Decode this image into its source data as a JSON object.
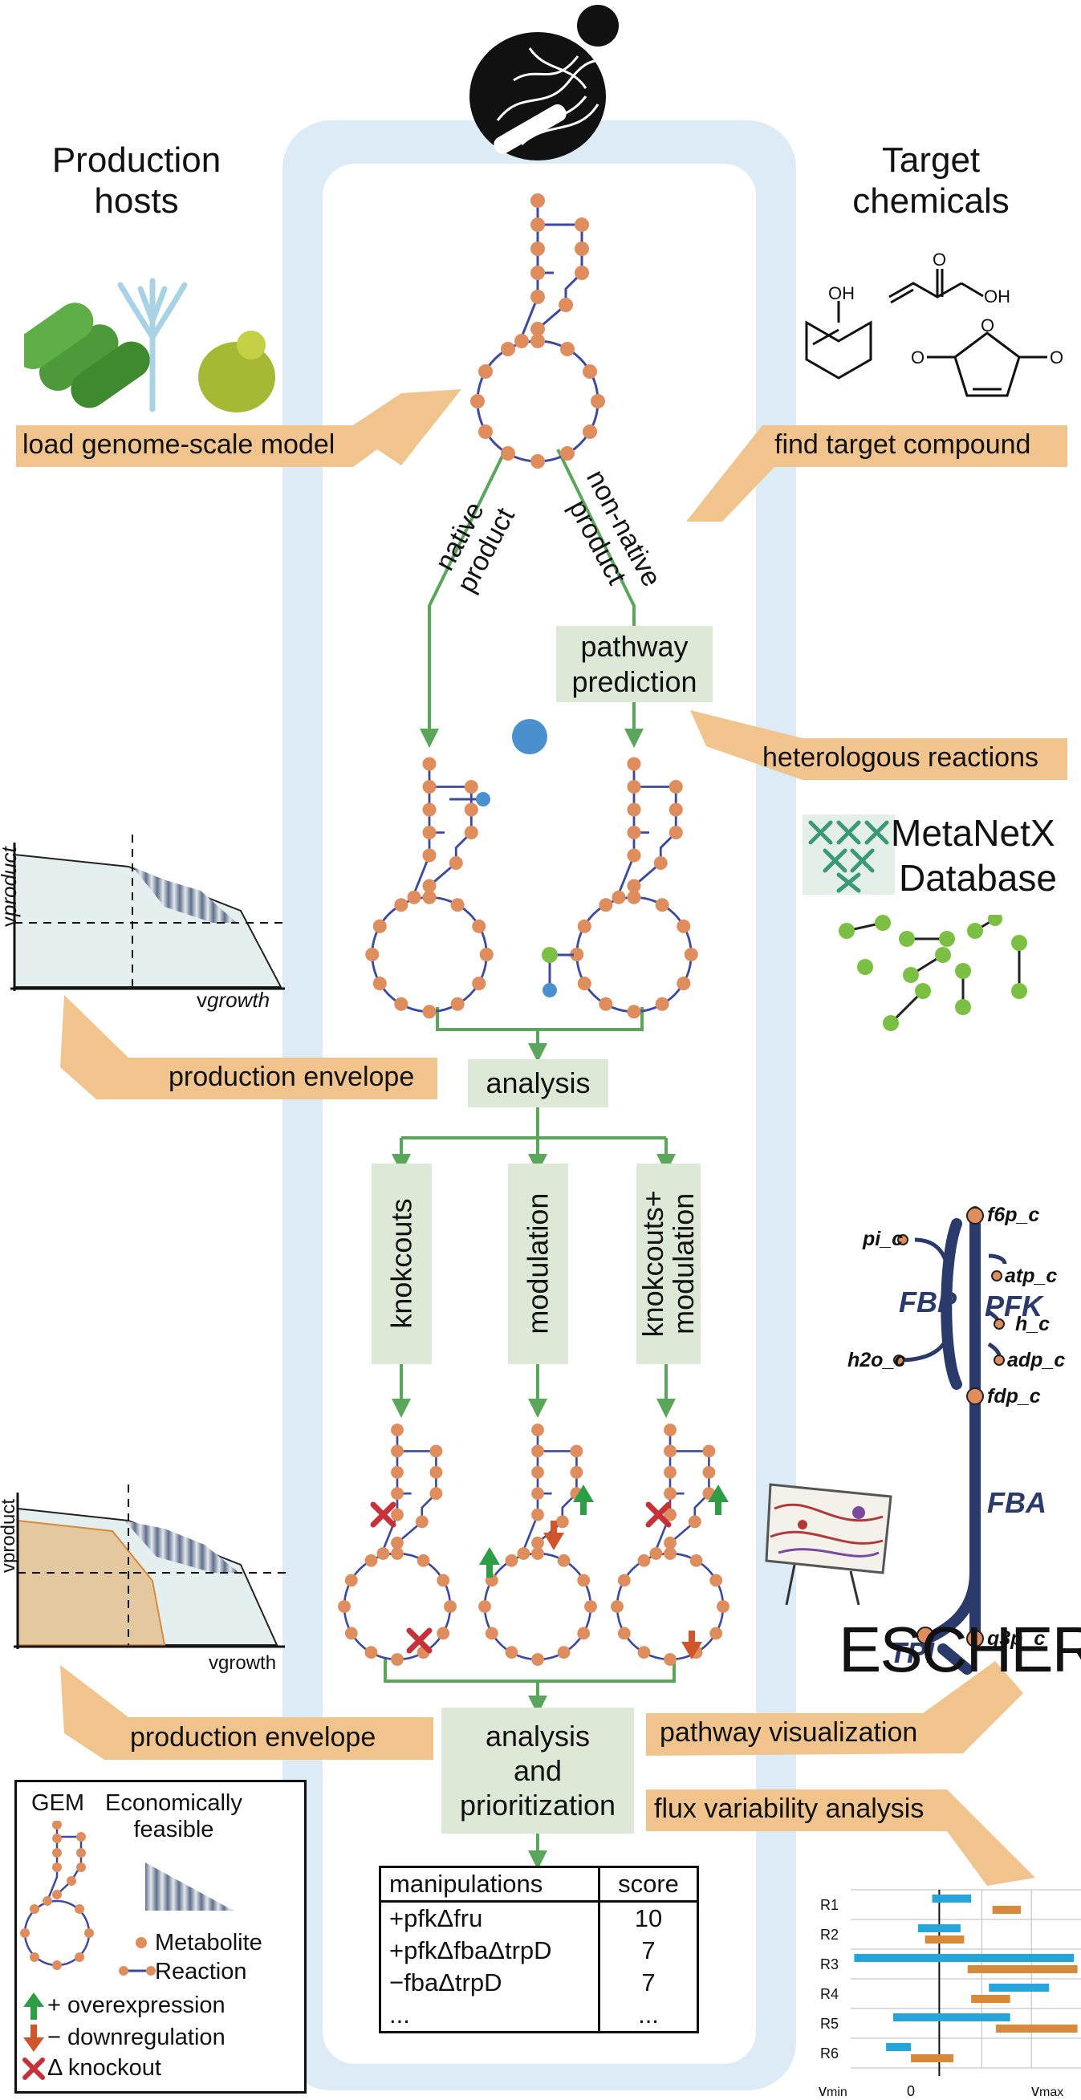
{
  "headings": {
    "left": "Production\nhosts",
    "right": "Target\nchemicals"
  },
  "arrows": {
    "load_model": "load genome-scale model",
    "find_target": "find target compound",
    "heterologous": "heterologous reactions",
    "production_envelope_1": "production envelope",
    "production_envelope_2": "production envelope",
    "pathway_visualization": "pathway visualization",
    "flux_variability": "flux variability analysis"
  },
  "branch_labels": {
    "native": "native\nproduct",
    "non_native": "non-native\nproduct"
  },
  "boxes": {
    "pathway_prediction": "pathway\nprediction",
    "analysis": "analysis",
    "knockouts": "knokcouts",
    "modulation": "modulation",
    "knockouts_modulation": "knokcouts+\nmodulation",
    "analysis_prioritization": "analysis\nand\nprioritization"
  },
  "metanetx": {
    "line1": "MetaNetX",
    "line2": "Database"
  },
  "envelope_plot_1": {
    "ylabel_v": "v",
    "ylabel_sub": "product",
    "xlabel_v": "v",
    "xlabel_sub": "growth"
  },
  "envelope_plot_2": {
    "ylabel_v": "v",
    "ylabel_sub": "product",
    "xlabel_v": "v",
    "xlabel_sub": "growth"
  },
  "escher": {
    "metabolites": [
      "f6p_c",
      "pi_c",
      "atp_c",
      "h_c",
      "h2o_c",
      "adp_c",
      "fdp_c",
      "g3p_c"
    ],
    "reactions": [
      "FBP",
      "PFK",
      "FBA",
      "TPI"
    ],
    "logo": "ESCHER"
  },
  "manipulations_table": {
    "headers": [
      "manipulations",
      "score"
    ],
    "rows": [
      {
        "manip": "+pfkΔfru",
        "score": "10"
      },
      {
        "manip": "+pfkΔfbaΔtrpD",
        "score": "7"
      },
      {
        "manip": "−fbaΔtrpD",
        "score": "7"
      },
      {
        "manip": "...",
        "score": "..."
      }
    ]
  },
  "legend": {
    "gem": "GEM",
    "economically": "Economically\nfeasible",
    "metabolite": "Metabolite",
    "reaction": "Reaction",
    "overexpression": "+ overexpression",
    "downregulation": "− downregulation",
    "knockout": "Δ knockout"
  },
  "fva_chart": {
    "rows": [
      "R1",
      "R2",
      "R3",
      "R4",
      "R5",
      "R6"
    ],
    "xmin": "v",
    "xmin_sub": "min",
    "zero": "0",
    "xmax": "v",
    "xmax_sub": "max"
  },
  "chart_data": {
    "type": "bar",
    "categories": [
      "R1",
      "R2",
      "R3",
      "R4",
      "R5",
      "R6"
    ],
    "series": [
      {
        "values": [
          [
            -0.2,
            0.9
          ],
          [
            -0.6,
            0.6
          ],
          [
            -2.4,
            3.8
          ],
          [
            1.4,
            3.1
          ],
          [
            -1.3,
            2.0
          ],
          [
            -1.5,
            -0.8
          ]
        ]
      },
      {
        "values": [
          [
            1.5,
            2.3
          ],
          [
            -0.4,
            0.7
          ],
          [
            0.8,
            3.9
          ],
          [
            0.9,
            2.0
          ],
          [
            1.6,
            3.9
          ],
          [
            -0.8,
            0.4
          ]
        ]
      }
    ],
    "colors": [
      "#25a5da",
      "#d8893a"
    ],
    "xlabel": "",
    "ylabel": ""
  },
  "colors": {
    "arrow": "#f1c48d",
    "green_box": "#dde9d6",
    "green_line": "#5aa65a",
    "lane": "#dcebf6",
    "node": "#e08d5e",
    "edge": "#3b4aa0"
  }
}
